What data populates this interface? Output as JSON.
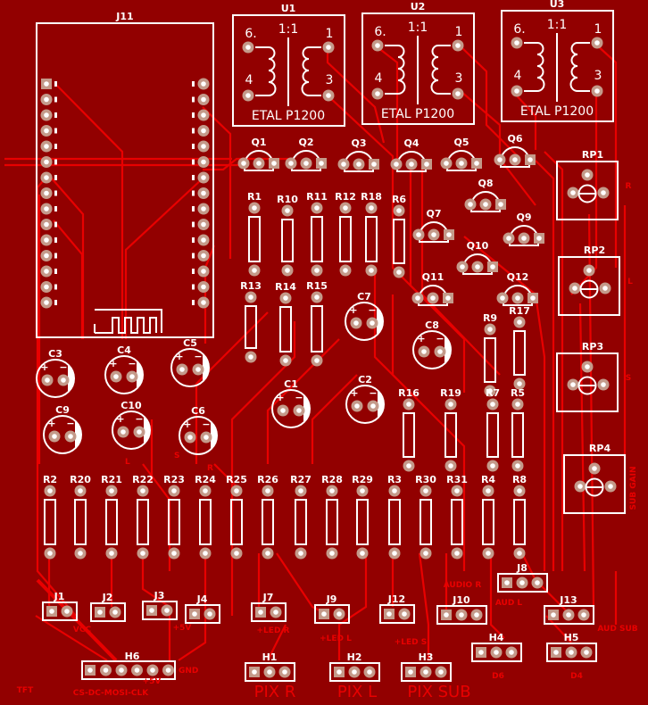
{
  "board": {
    "colors": {
      "substrate": "#920000",
      "copper": "#e80000",
      "silkscreen": "#ffffff",
      "pad": "#c49a8a"
    }
  },
  "module": {
    "ref": "J11",
    "left_pins": 15,
    "right_pins": 15
  },
  "transformers": [
    {
      "ref": "U1",
      "ratio": "1:1",
      "pin_labels": [
        "6.",
        "4",
        "1",
        "3"
      ],
      "part": "ETAL  P1200"
    },
    {
      "ref": "U2",
      "ratio": "1:1",
      "pin_labels": [
        "6.",
        "4",
        "1",
        "3"
      ],
      "part": "ETAL  P1200"
    },
    {
      "ref": "U3",
      "ratio": "1:1",
      "pin_labels": [
        "6.",
        "4",
        "1",
        "3"
      ],
      "part": "ETAL  P1200"
    }
  ],
  "transistors": [
    "Q1",
    "Q2",
    "Q3",
    "Q4",
    "Q5",
    "Q6",
    "Q7",
    "Q8",
    "Q9",
    "Q10",
    "Q11",
    "Q12"
  ],
  "resistors_top": [
    "R1",
    "R10",
    "R11",
    "R12",
    "R18",
    "R6"
  ],
  "resistors_mid": [
    "R13",
    "R14",
    "R15"
  ],
  "resistors_right": [
    "R9",
    "R17",
    "R16",
    "R19",
    "R7",
    "R5"
  ],
  "resistors_row": [
    "R2",
    "R20",
    "R21",
    "R22",
    "R23",
    "R24",
    "R25",
    "R26",
    "R27",
    "R28",
    "R29",
    "R3",
    "R30",
    "R31",
    "R4",
    "R8"
  ],
  "capacitors": [
    "C1",
    "C2",
    "C3",
    "C4",
    "C5",
    "C6",
    "C7",
    "C8",
    "C9",
    "C10"
  ],
  "cap_polarity": {
    "plus": "+",
    "minus": "−"
  },
  "trimpots": [
    {
      "ref": "RP1",
      "label": "R"
    },
    {
      "ref": "RP2",
      "label": "L"
    },
    {
      "ref": "RP3",
      "label": "S"
    },
    {
      "ref": "RP4",
      "label": "SUB GAIN"
    }
  ],
  "cap_labels": {
    "c9": "R",
    "c10": "L",
    "c6": "S"
  },
  "connectors": {
    "J1": {
      "ref": "J1",
      "label": "VCC"
    },
    "J2": {
      "ref": "J2"
    },
    "J3": {
      "ref": "J3",
      "label": "+5V"
    },
    "J4": {
      "ref": "J4"
    },
    "J7": {
      "ref": "J7",
      "label": "+LED R"
    },
    "J9": {
      "ref": "J9",
      "label": "+LED L"
    },
    "J12": {
      "ref": "J12",
      "label": "+LED S"
    },
    "J10": {
      "ref": "J10",
      "label": "AUDIO R"
    },
    "J8": {
      "ref": "J8",
      "label": "AUD L"
    },
    "J13": {
      "ref": "J13",
      "label": "AUD SUB"
    },
    "H1": {
      "ref": "H1",
      "label": "PIX R"
    },
    "H2": {
      "ref": "H2",
      "label": "PIX L"
    },
    "H3": {
      "ref": "H3",
      "label": "PIX SUB"
    },
    "H4": {
      "ref": "H4",
      "label": "D6"
    },
    "H5": {
      "ref": "H5",
      "label": "D4"
    },
    "H6": {
      "ref": "H6",
      "label_right": "GND",
      "label_below": "+5V",
      "label_pins": "CS-DC-MOSI-CLK",
      "label_tft": "TFT"
    }
  }
}
